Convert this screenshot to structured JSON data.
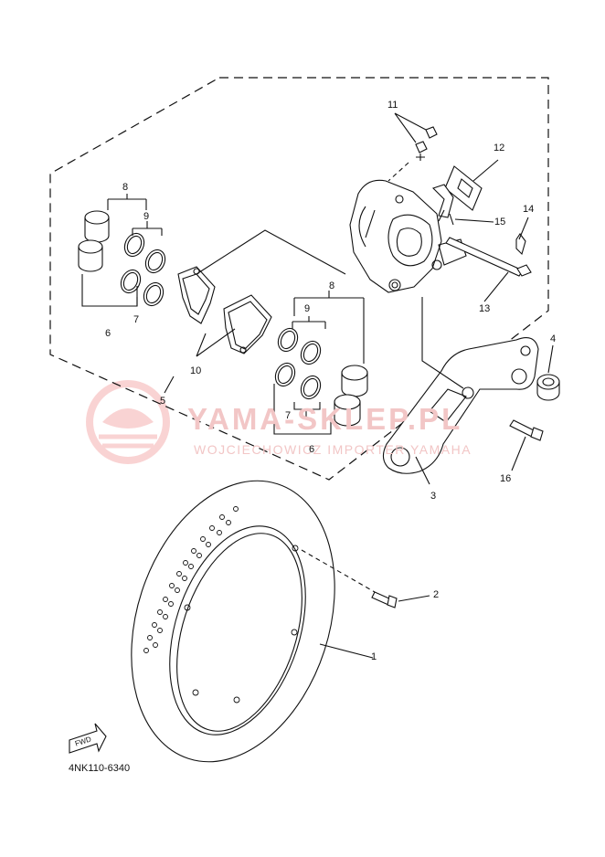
{
  "watermark": {
    "title": "YAMA-SKLEP.PL",
    "subtitle": "WOJCIECHOWICZ IMPORTER YAMAHA"
  },
  "diagram_code": "4NK110-6340",
  "fwd_label": "FWD",
  "callouts": [
    {
      "id": "c1",
      "text": "1"
    },
    {
      "id": "c2",
      "text": "2"
    },
    {
      "id": "c3",
      "text": "3"
    },
    {
      "id": "c4",
      "text": "4"
    },
    {
      "id": "c5",
      "text": "5"
    },
    {
      "id": "c6a",
      "text": "6"
    },
    {
      "id": "c6b",
      "text": "6"
    },
    {
      "id": "c7a",
      "text": "7"
    },
    {
      "id": "c7b",
      "text": "7"
    },
    {
      "id": "c8a",
      "text": "8"
    },
    {
      "id": "c8b",
      "text": "8"
    },
    {
      "id": "c9a",
      "text": "9"
    },
    {
      "id": "c9b",
      "text": "9"
    },
    {
      "id": "c10",
      "text": "10"
    },
    {
      "id": "c11",
      "text": "11"
    },
    {
      "id": "c12",
      "text": "12"
    },
    {
      "id": "c13",
      "text": "13"
    },
    {
      "id": "c14",
      "text": "14"
    },
    {
      "id": "c15",
      "text": "15"
    },
    {
      "id": "c16",
      "text": "16"
    }
  ]
}
